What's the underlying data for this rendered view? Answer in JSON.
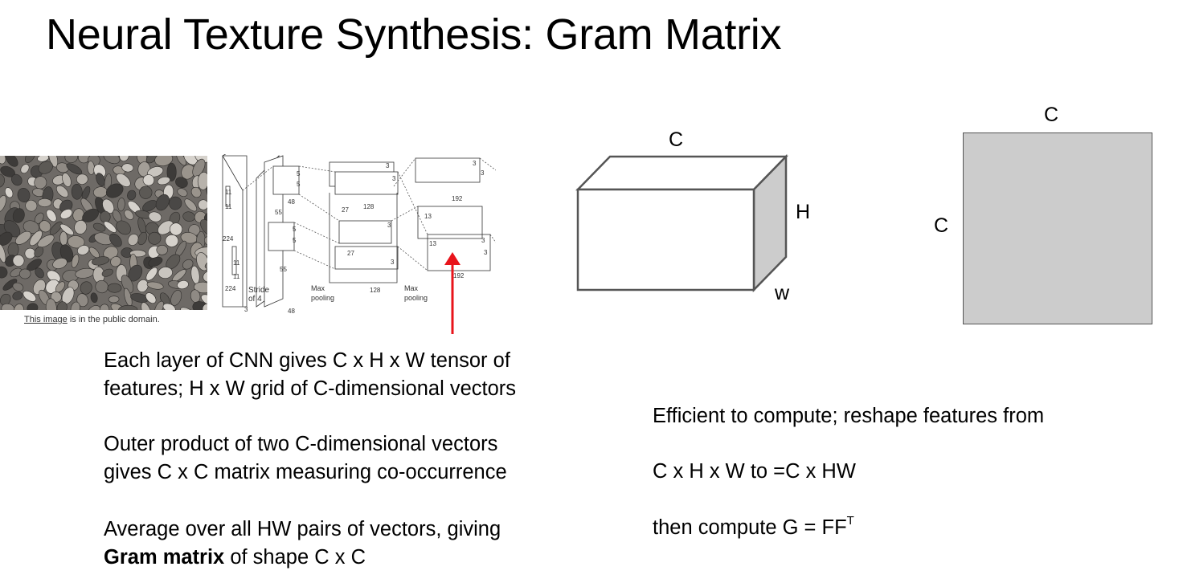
{
  "slide": {
    "title": "Neural Texture Synthesis: Gram Matrix"
  },
  "image_credit": {
    "link_text": "This image",
    "rest": " is in the public domain."
  },
  "cnn_diagram": {
    "labels": {
      "l11a": "11",
      "l11b": "11",
      "l224a": "224",
      "l11c": "11",
      "l11d": "11",
      "l224b": "224",
      "stride": "Stride",
      "of4": "of 4",
      "l3": "3",
      "l55a": "55",
      "l55b": "55",
      "l48a": "48",
      "l48b": "48",
      "l5a": "5",
      "l5b": "5",
      "l5c": "5",
      "l5d": "5",
      "l27a": "27",
      "l27b": "27",
      "l128a": "128",
      "l128b": "128",
      "l3a": "3",
      "l3b": "3",
      "l3c": "3",
      "l3d": "3",
      "l13a": "13",
      "l13b": "13",
      "l192a": "192",
      "l192b": "192",
      "l3e": "3",
      "l3f": "3",
      "l3g": "3",
      "l3h": "3",
      "maxpool1a": "Max",
      "maxpool1b": "pooling",
      "maxpool2a": "Max",
      "maxpool2b": "pooling"
    }
  },
  "tensor": {
    "c_label": "C",
    "h_label": "H",
    "w_label": "w"
  },
  "gram": {
    "c_top": "C",
    "c_left": "C",
    "fill_color": "#cccccc"
  },
  "left_text": {
    "p1_line1": "Each layer of CNN gives C x H x W tensor of",
    "p1_line2": "features; H x W grid of C-dimensional vectors",
    "p2_line1": "Outer product of two C-dimensional vectors",
    "p2_line2": "gives C x C matrix measuring co-occurrence",
    "p3_line1": "Average over all HW pairs of vectors, giving",
    "p3_bold": "Gram matrix",
    "p3_rest": " of shape C x C"
  },
  "right_text": {
    "line1": "Efficient to compute; reshape features from",
    "line2": "C x H x W to  =C x HW",
    "line3": "then compute G = FF",
    "line3_sup": "T"
  },
  "colors": {
    "arrow": "#e8141b",
    "box_side": "#cccccc"
  }
}
